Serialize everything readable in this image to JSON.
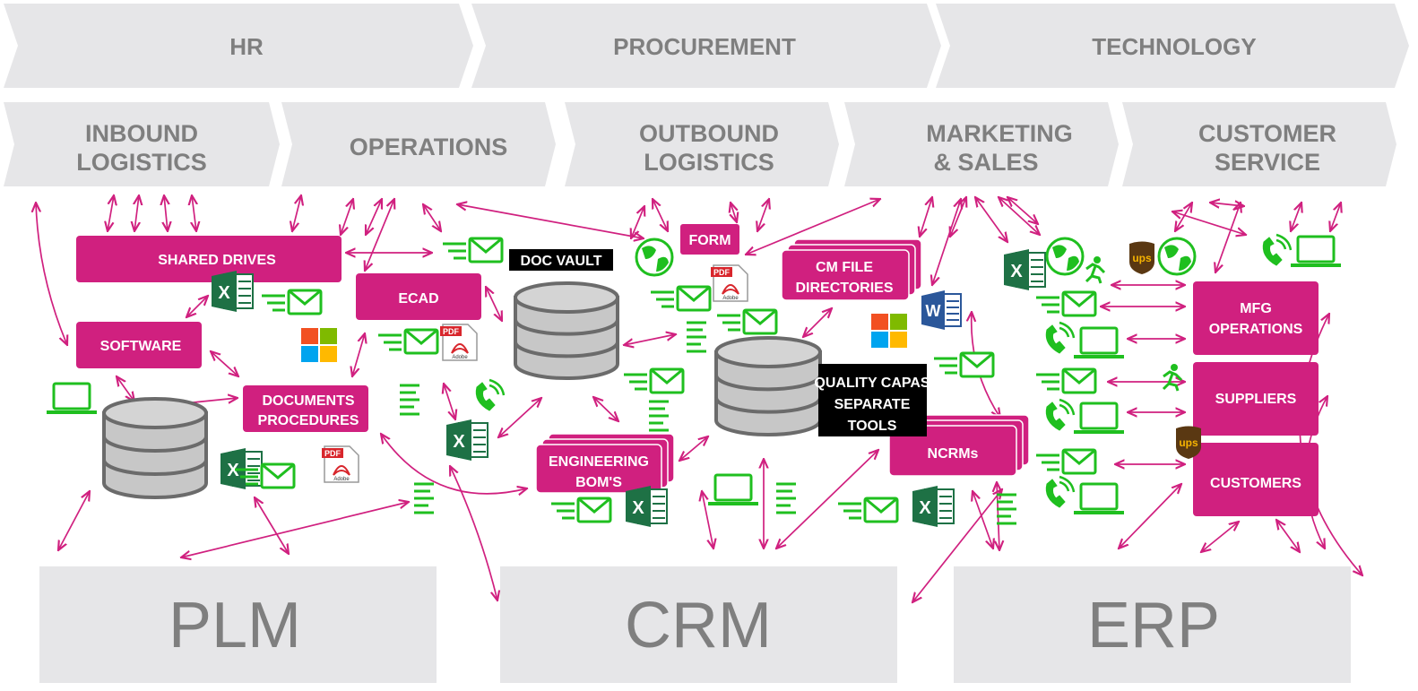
{
  "support_activities": [
    "HR",
    "PROCUREMENT",
    "TECHNOLOGY"
  ],
  "primary_activities": [
    [
      "INBOUND",
      "LOGISTICS"
    ],
    [
      "OPERATIONS"
    ],
    [
      "OUTBOUND",
      "LOGISTICS"
    ],
    [
      "MARKETING",
      "& SALES"
    ],
    [
      "CUSTOMER",
      "SERVICE"
    ]
  ],
  "systems": [
    "PLM",
    "CRM",
    "ERP"
  ],
  "boxes": {
    "shared_drives": [
      "SHARED DRIVES"
    ],
    "software": [
      "SOFTWARE"
    ],
    "ecad": [
      "ECAD"
    ],
    "documents": [
      "DOCUMENTS",
      "PROCEDURES"
    ],
    "form": [
      "FORM"
    ],
    "cm_file": [
      "CM FILE",
      "DIRECTORIES"
    ],
    "engineering_boms": [
      "ENGINEERING",
      "BOM'S"
    ],
    "ncrms": [
      "NCRMs"
    ],
    "mfg_operations": [
      "MFG",
      "OPERATIONS"
    ],
    "suppliers": [
      "SUPPLIERS"
    ],
    "customers": [
      "CUSTOMERS"
    ]
  },
  "labels": {
    "doc_vault": [
      "DOC VAULT"
    ],
    "quality": [
      "QUALITY CAPAS",
      "SEPARATE",
      "TOOLS"
    ]
  },
  "icon_text": {
    "excel": "X",
    "word": "W",
    "pdf": "PDF",
    "adobe": "Adobe",
    "ups": "ups"
  },
  "colors": {
    "magenta": "#d0207f",
    "green": "#1fbf1f",
    "gray_band": "#e6e6e8",
    "gray_text": "#7f7f7f",
    "excel_green": "#1e7145",
    "word_blue": "#2b579a",
    "pdf_red": "#d8262c",
    "ups_brown": "#5a3812",
    "ups_gold": "#f5b301"
  }
}
